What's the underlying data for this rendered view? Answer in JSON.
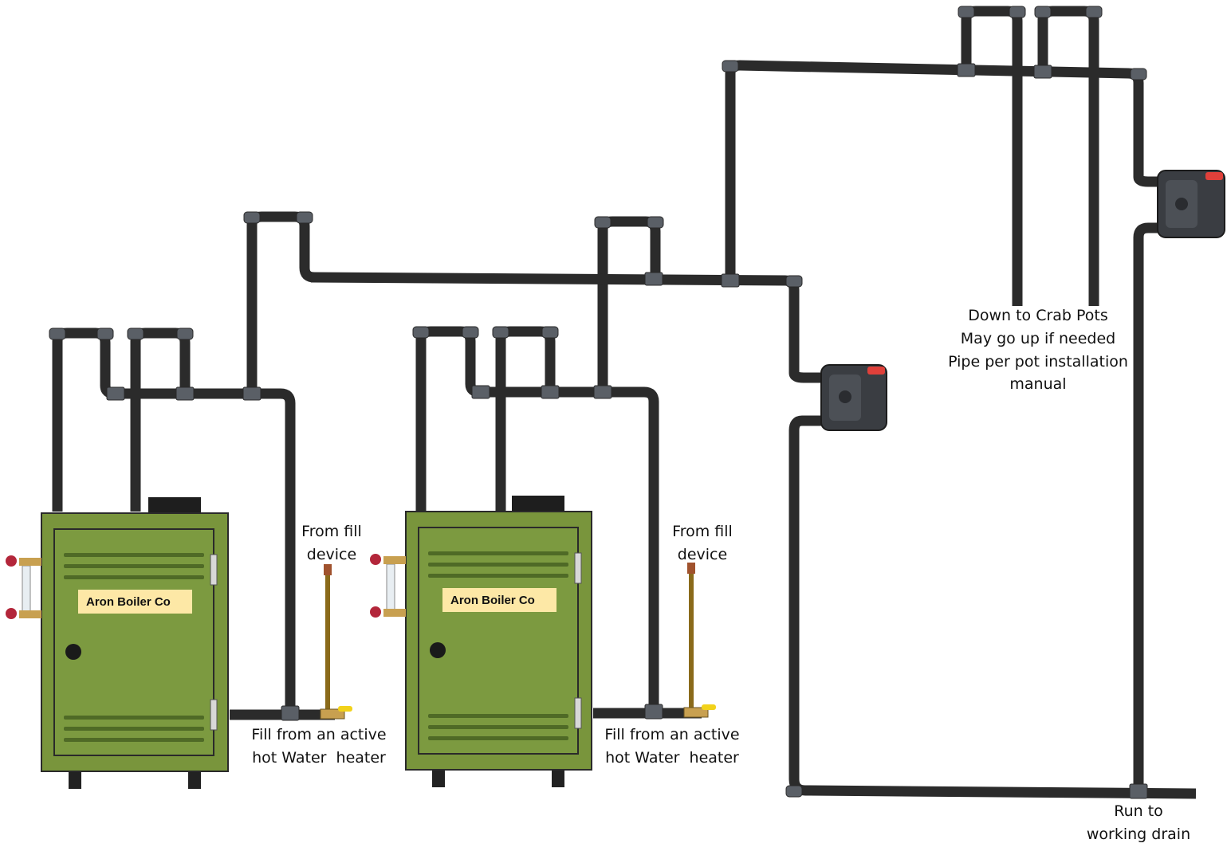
{
  "boilers": [
    {
      "nameplate": "Aron Boiler Co"
    },
    {
      "nameplate": "Aron Boiler Co"
    }
  ],
  "labels": {
    "fill_device_1": [
      "From fill",
      "device"
    ],
    "fill_device_2": [
      "From fill",
      "device"
    ],
    "hot_water_1": [
      "Fill from an active",
      "hot Water  heater"
    ],
    "hot_water_2": [
      "Fill from an active",
      "hot Water  heater"
    ],
    "crab_pots": [
      "Down to Crab Pots",
      "May go up if needed",
      "Pipe per pot installation",
      "manual"
    ],
    "drain": [
      "Run to",
      "working drain"
    ]
  },
  "colors": {
    "pipe": "#2b2b2b",
    "fitting": "#5a5f66",
    "boiler_body": "#79953c",
    "boiler_panel": "#7c9a40",
    "boiler_outline": "#2a2a2a",
    "louver": "#4f6a26",
    "nameplate": "#fde8a6",
    "valve_handle": "#b3263a",
    "fill_line": "#8a6a1a",
    "fill_cap": "#a0522d",
    "hose_bib_handle": "#f2d21a",
    "steam_trap": "#3a3d42",
    "trap_indicator": "#e0403a"
  }
}
